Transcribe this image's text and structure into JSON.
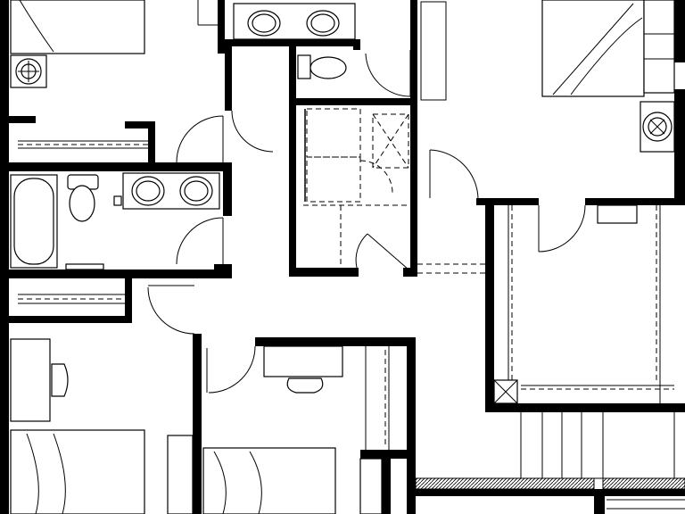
{
  "plan": {
    "rooms": [
      "bedroom-top-left",
      "bath-top-center",
      "water-closet",
      "closet-center",
      "bathroom-left",
      "bedroom-top-right",
      "closet-right",
      "bedroom-bottom-left",
      "bedroom-bottom-center",
      "stair"
    ],
    "wall_color": "#000000",
    "background_color": "#ffffff"
  }
}
